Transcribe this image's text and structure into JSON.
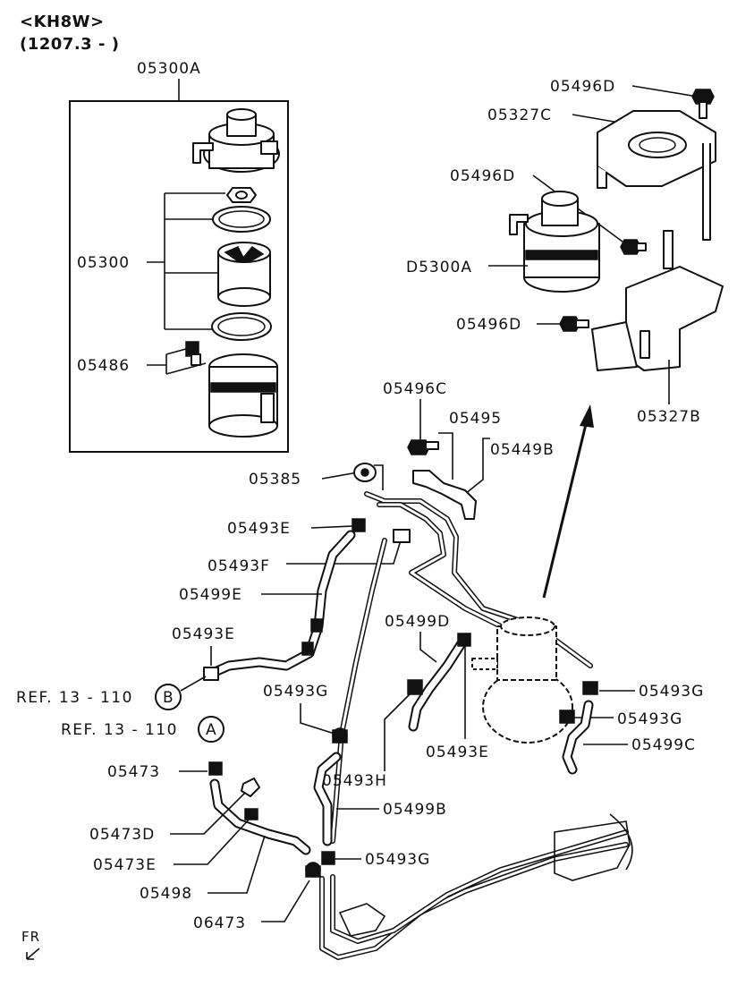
{
  "header": {
    "model": "<KH8W>",
    "date_range": "(1207.3 - )"
  },
  "labels": {
    "l05300A": "05300A",
    "l05300": "05300",
    "l05486": "05486",
    "l05496D_top": "05496D",
    "l05327C": "05327C",
    "l05496D_mid": "05496D",
    "lD5300A": "D5300A",
    "l05496D_low": "05496D",
    "l05327B": "05327B",
    "l05496C": "05496C",
    "l05495": "05495",
    "l05449B": "05449B",
    "l05385": "05385",
    "l05493E_a": "05493E",
    "l05493F": "05493F",
    "l05499E": "05499E",
    "l05493E_b": "05493E",
    "l05499D": "05499D",
    "l05493G_left": "05493G",
    "l05493G_right": "05493G",
    "l05493G_right2": "05493G",
    "l05499C": "05499C",
    "l05493E_c": "05493E",
    "l05493H": "05493H",
    "l05499B": "05499B",
    "l05473": "05473",
    "l05473D": "05473D",
    "l05473E": "05473E",
    "l05498": "05498",
    "l05493G_bottom": "05493G",
    "l06473": "06473",
    "ref_b": "REF. 13 - 110",
    "ref_a": "REF. 13 - 110",
    "mark_b": "B",
    "mark_a": "A",
    "fr": "FR"
  }
}
